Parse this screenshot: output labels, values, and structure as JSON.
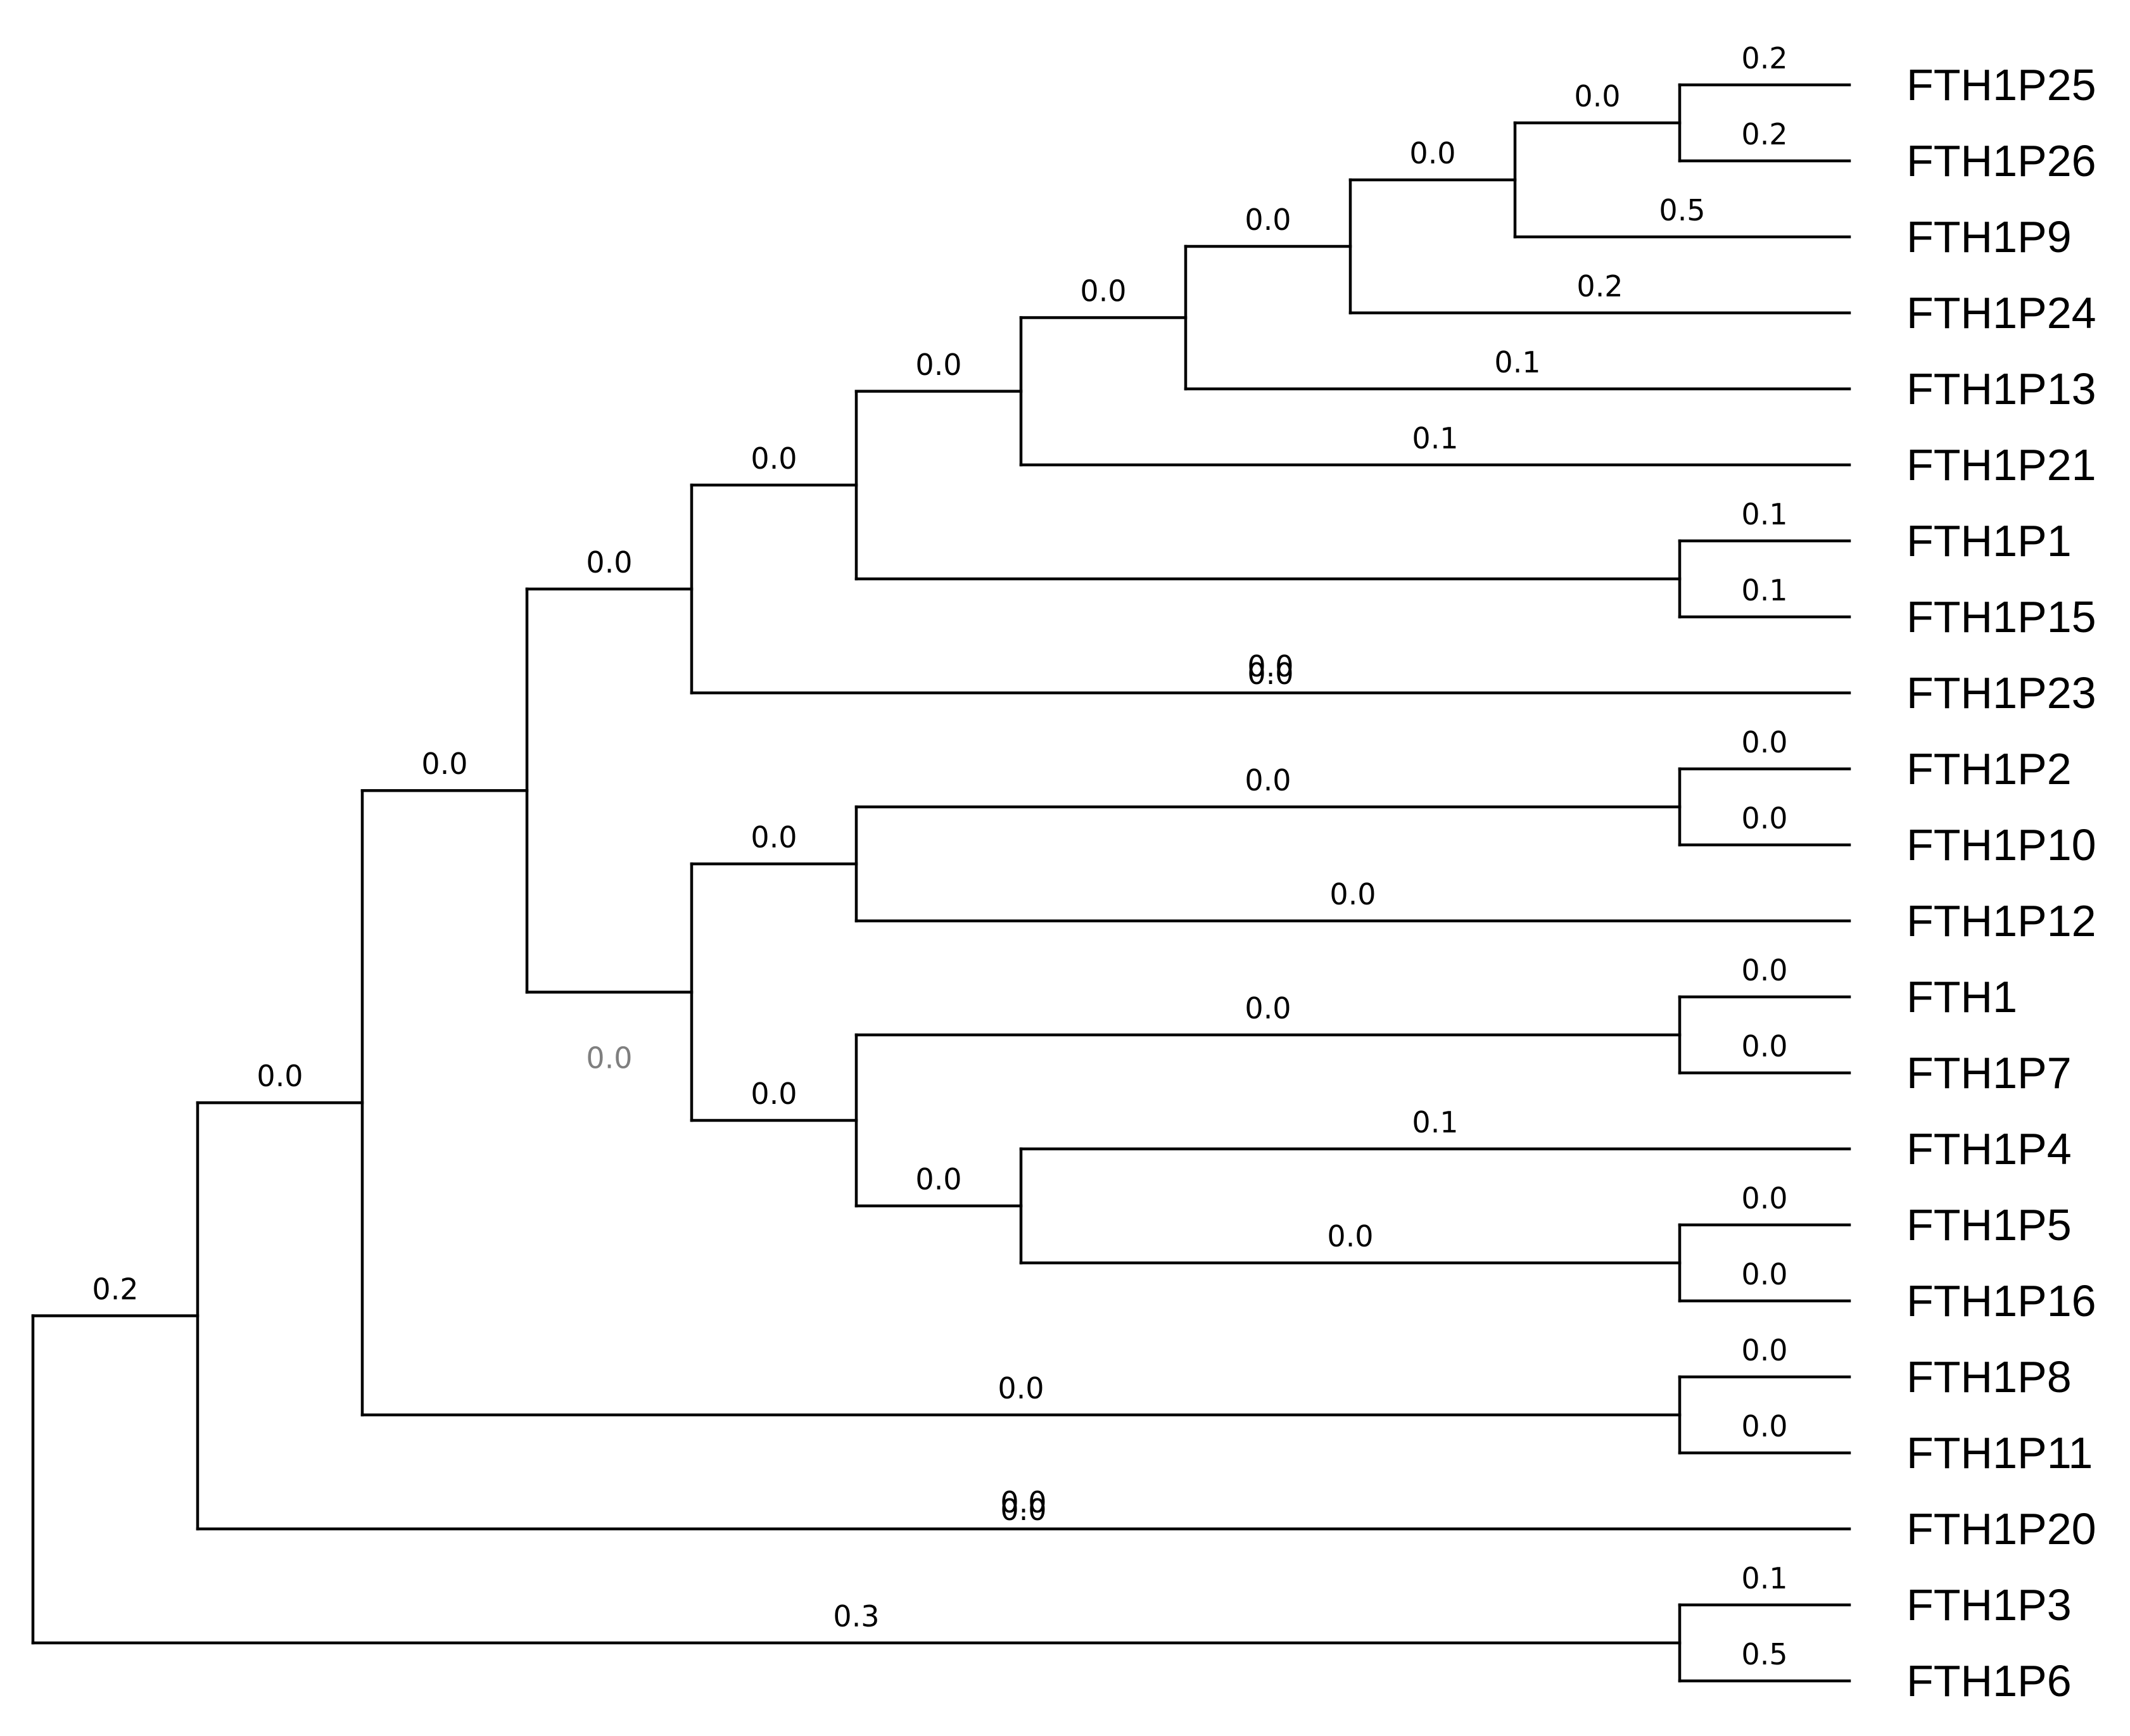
{
  "taxa": [
    "FTH1P25",
    "FTH1P26",
    "FTH1P9",
    "FTH1P24",
    "FTH1P13",
    "FTH1P21",
    "FTH1P1",
    "FTH1P15",
    "FTH1P23",
    "FTH1P2",
    "FTH1P10",
    "FTH1P12",
    "FTH1",
    "FTH1P7",
    "FTH1P4",
    "FTH1P5",
    "FTH1P16",
    "FTH1P8",
    "FTH1P11",
    "FTH1P20",
    "FTH1P3",
    "FTH1P6"
  ],
  "tree": {
    "id": "root",
    "children": [
      {
        "id": "n_main",
        "label": "0.2",
        "children": [
          {
            "id": "n_a",
            "label": "0.0",
            "children": [
              {
                "id": "n_b",
                "label": "0.0",
                "children": [
                  {
                    "id": "n_c",
                    "label": "0.0",
                    "children": [
                      {
                        "id": "n_d",
                        "label": "0.0",
                        "children": [
                          {
                            "id": "n_e",
                            "label": "0.0",
                            "children": [
                              {
                                "id": "n_f",
                                "label": "0.0",
                                "children": [
                                  {
                                    "id": "n_g",
                                    "label": "0.0",
                                    "children": [
                                      {
                                        "id": "n_h",
                                        "label": "0.0",
                                        "children": [
                                          {
                                            "id": "n_i",
                                            "label": "0.0",
                                            "children": [
                                              {
                                                "leaf": 0,
                                                "label": "0.2"
                                              },
                                              {
                                                "leaf": 1,
                                                "label": "0.2"
                                              }
                                            ]
                                          },
                                          {
                                            "leaf": 2,
                                            "label": "0.5"
                                          }
                                        ]
                                      },
                                      {
                                        "leaf": 3,
                                        "label": "0.2"
                                      }
                                    ]
                                  },
                                  {
                                    "leaf": 4,
                                    "label": "0.1"
                                  }
                                ]
                              },
                              {
                                "leaf": 5,
                                "label": "0.1"
                              }
                            ]
                          },
                          {
                            "id": "n_j",
                            "label": "",
                            "children": [
                              {
                                "leaf": 6,
                                "label": "0.1"
                              },
                              {
                                "leaf": 7,
                                "label": "0.1"
                              }
                            ]
                          }
                        ]
                      },
                      {
                        "leaf": 8,
                        "label": "0.0",
                        "label2": "0.0"
                      }
                    ]
                  },
                  {
                    "id": "n_k",
                    "label": "0.0",
                    "labelMuted": true,
                    "children": [
                      {
                        "id": "n_l",
                        "label": "0.0",
                        "children": [
                          {
                            "id": "n_m",
                            "label": "0.0",
                            "children": [
                              {
                                "leaf": 9,
                                "label": "0.0"
                              },
                              {
                                "leaf": 10,
                                "label": "0.0"
                              }
                            ]
                          },
                          {
                            "leaf": 11,
                            "label": "0.0"
                          }
                        ]
                      },
                      {
                        "id": "n_n",
                        "label": "0.0",
                        "children": [
                          {
                            "id": "n_o",
                            "label": "0.0",
                            "children": [
                              {
                                "leaf": 12,
                                "label": "0.0"
                              },
                              {
                                "leaf": 13,
                                "label": "0.0"
                              }
                            ]
                          },
                          {
                            "id": "n_p",
                            "label": "0.0",
                            "children": [
                              {
                                "leaf": 14,
                                "label": "0.1"
                              },
                              {
                                "id": "n_q",
                                "label": "0.0",
                                "children": [
                                  {
                                    "leaf": 15,
                                    "label": "0.0"
                                  },
                                  {
                                    "leaf": 16,
                                    "label": "0.0"
                                  }
                                ]
                              }
                            ]
                          }
                        ]
                      }
                    ]
                  }
                ]
              },
              {
                "id": "n_r",
                "label": "0.0",
                "children": [
                  {
                    "leaf": 17,
                    "label": "0.0"
                  },
                  {
                    "leaf": 18,
                    "label": "0.0"
                  }
                ]
              }
            ]
          },
          {
            "leaf": 19,
            "label": "0.0",
            "label2": "0.0"
          }
        ]
      },
      {
        "id": "n_s",
        "label": "0.3",
        "children": [
          {
            "leaf": 20,
            "label": "0.1"
          },
          {
            "leaf": 21,
            "label": "0.5"
          }
        ]
      }
    ]
  }
}
